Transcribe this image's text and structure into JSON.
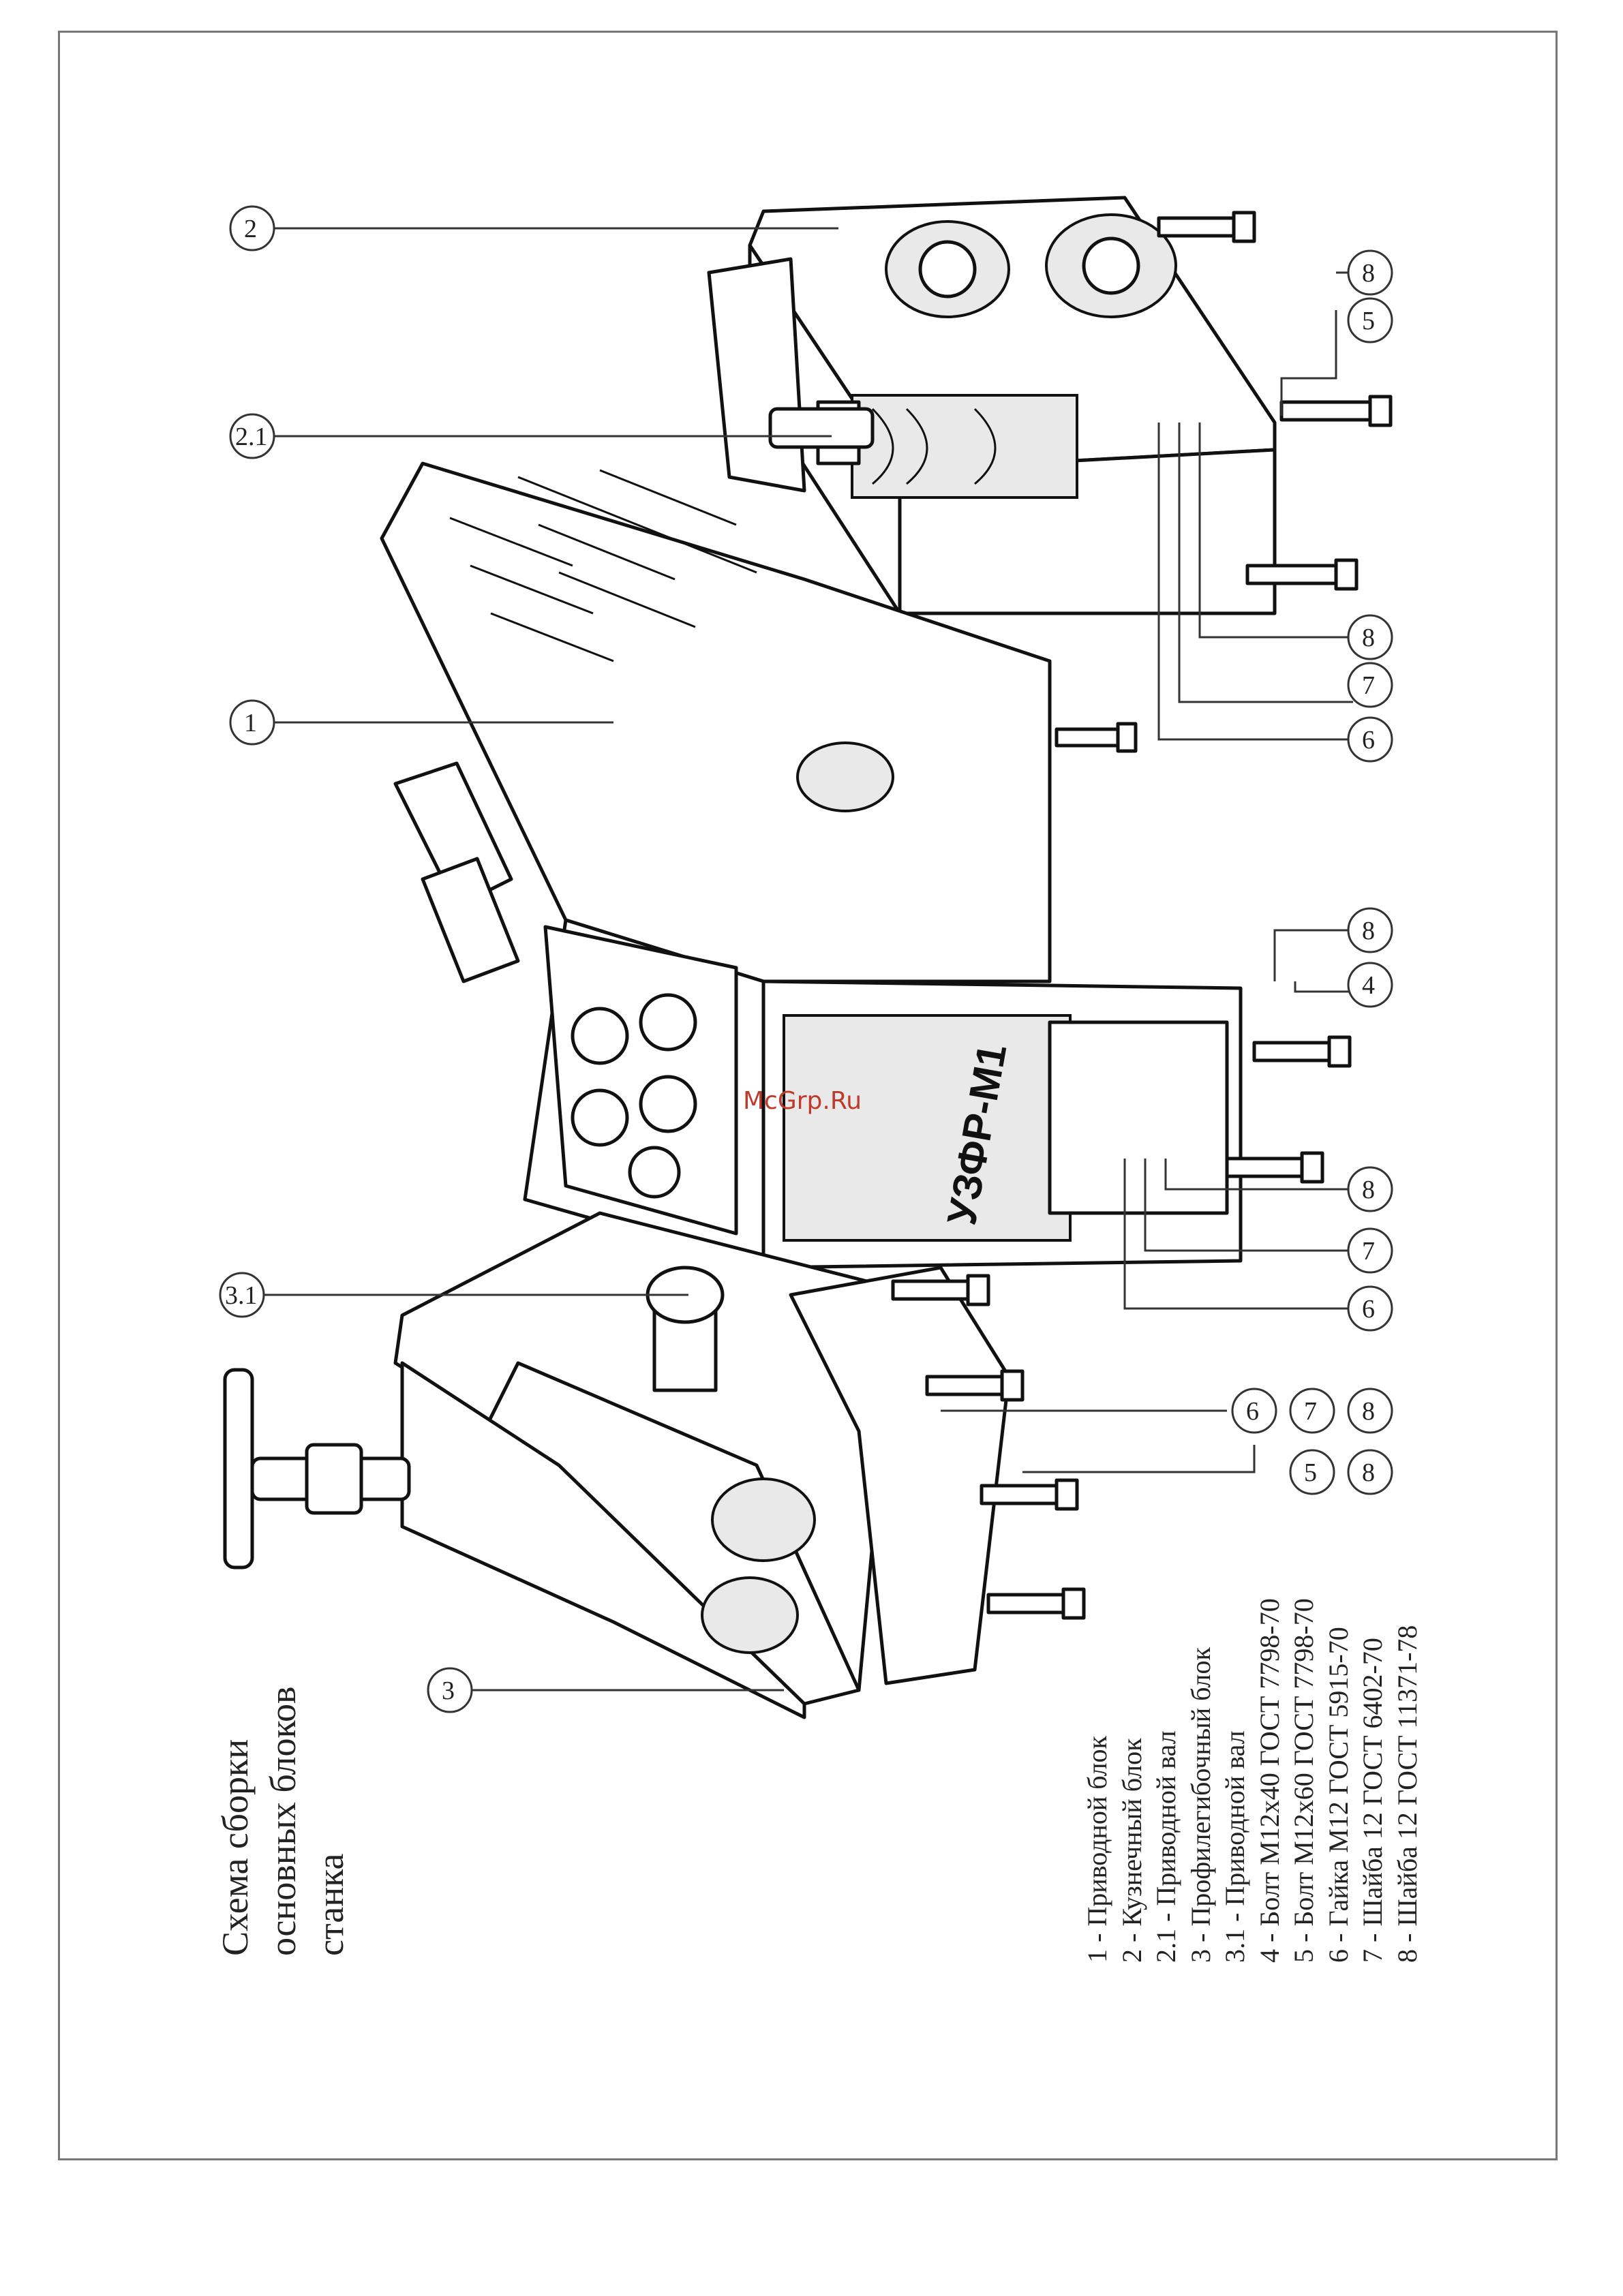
{
  "title_lines": [
    "Схема сборки",
    "основных блоков",
    "станка"
  ],
  "legend": [
    "1 - Приводной блок",
    "2 - Кузнечный блок",
    "2.1 - Приводной вал",
    "3 - Профилегибочный блок",
    "3.1 - Приводной вал",
    "4 - Болт М12х40 ГОСТ 7798-70",
    "5 - Болт М12х60 ГОСТ 7798-70",
    "6 - Гайка М12 ГОСТ 5915-70",
    "7 - Шайба 12 ГОСТ 6402-70",
    "8 - Шайба 12 ГОСТ 11371-78"
  ],
  "machine_label": "УЗФР-М1",
  "watermark": "McGrp.Ru",
  "callouts": {
    "c2": "2",
    "c21": "2.1",
    "c1": "1",
    "c31": "3.1",
    "c3": "3",
    "c58a": "8",
    "c58b": "5",
    "c678a": "8",
    "c678b": "7",
    "c678c": "6",
    "c48a": "8",
    "c48b": "4",
    "c678d": "8",
    "c678e": "7",
    "c678f": "6",
    "c6": "6",
    "c7": "7",
    "c8a": "8",
    "c5": "5",
    "c8b": "8"
  }
}
